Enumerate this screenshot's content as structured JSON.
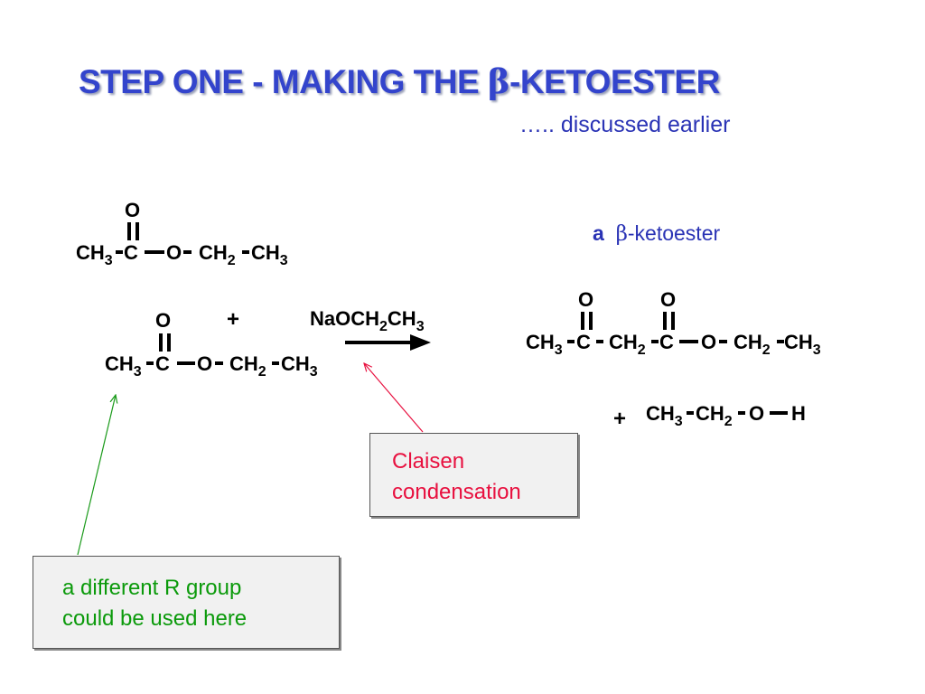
{
  "slide": {
    "title_pre": "STEP ONE - MAKING THE ",
    "title_beta": "β",
    "title_post": "-KETOESTER",
    "subtitle": "…..  discussed earlier"
  },
  "reactant1": {
    "carbonyl_o": "O",
    "ch": "CH",
    "three": "3",
    "c": "C",
    "o": "O",
    "ch2": "CH",
    "two": "2",
    "ch3": "CH",
    "three_b": "3"
  },
  "plus_reactants": "+",
  "reactant2": {
    "carbonyl_o": "O",
    "ch": "CH",
    "three": "3",
    "c": "C",
    "o": "O",
    "ch2": "CH",
    "two": "2",
    "ch3": "CH",
    "three_b": "3"
  },
  "reagent": {
    "text": "NaOCH",
    "sub1": "2",
    "text2": "CH",
    "sub2": "3"
  },
  "product_label": {
    "a": "a",
    "beta": "β",
    "rest": "-ketoester"
  },
  "product": {
    "o1": "O",
    "o2": "O",
    "ch": "CH",
    "three": "3",
    "c1": "C",
    "ch2": "CH",
    "two": "2",
    "c2": "C",
    "o": "O",
    "ch2b": "CH",
    "two_b": "2",
    "ch3": "CH",
    "three_b": "3"
  },
  "byproduct": {
    "plus": "+",
    "ch": "CH",
    "three": "3",
    "ch2": "CH",
    "two": "2",
    "o": "O",
    "h": "H"
  },
  "claisen_box": {
    "line1": "Claisen",
    "line2": "condensation",
    "color": "#e8103f"
  },
  "r_group_box": {
    "line1": "a different R group",
    "line2": "could be used here",
    "color": "#0b9a0b"
  },
  "colors": {
    "title": "#3344cc",
    "blue_text": "#2a33b5",
    "claisen_arrow": "#e8103f",
    "green_arrow": "#1a9a1a"
  }
}
